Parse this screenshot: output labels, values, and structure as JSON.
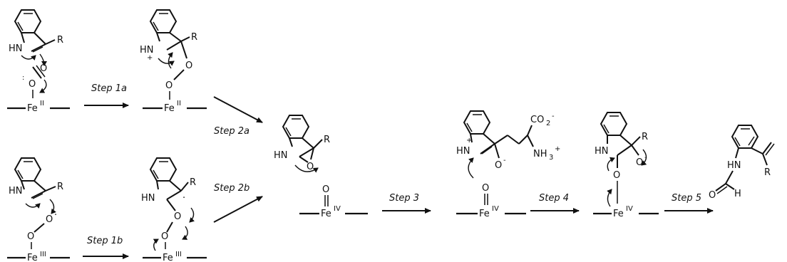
{
  "atoms": {
    "HN": "HN",
    "H": "H",
    "R": "R",
    "O": "O",
    "N": "N",
    "Fe": "Fe",
    "Fe_II": "II",
    "Fe_III": "III",
    "Fe_IV": "IV",
    "plus": "+",
    "neg": "-",
    "CO2": "CO",
    "CO2_sub": "2",
    "NH3": "NH",
    "NH3_sub": "3",
    "dot": "·"
  },
  "steps": {
    "s1a": "Step 1a",
    "s1b": "Step 1b",
    "s2a": "Step 2a",
    "s2b": "Step 2b",
    "s3": "Step 3",
    "s4": "Step 4",
    "s5": "Step 5"
  }
}
